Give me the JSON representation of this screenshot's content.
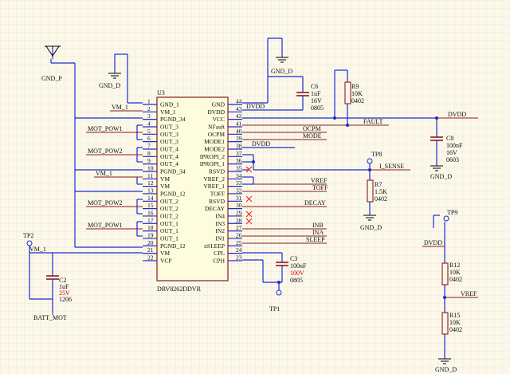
{
  "ic": {
    "ref": "U3",
    "part": "DRV8262DDVR",
    "left_pins": [
      {
        "num": "1",
        "name": "GND_1"
      },
      {
        "num": "2",
        "name": "VM_1"
      },
      {
        "num": "3",
        "name": "PGND_34"
      },
      {
        "num": "4",
        "name": "OUT_3"
      },
      {
        "num": "5",
        "name": "OUT_3"
      },
      {
        "num": "6",
        "name": "OUT_3"
      },
      {
        "num": "7",
        "name": "OUT_4"
      },
      {
        "num": "8",
        "name": "OUT_4"
      },
      {
        "num": "9",
        "name": "OUT_4"
      },
      {
        "num": "10",
        "name": "PGND_34"
      },
      {
        "num": "11",
        "name": "VM"
      },
      {
        "num": "12",
        "name": "VM"
      },
      {
        "num": "13",
        "name": "PGND_12"
      },
      {
        "num": "14",
        "name": "OUT_2"
      },
      {
        "num": "15",
        "name": "OUT_2"
      },
      {
        "num": "16",
        "name": "OUT_2"
      },
      {
        "num": "17",
        "name": "OUT_1"
      },
      {
        "num": "18",
        "name": "OUT_1"
      },
      {
        "num": "19",
        "name": "OUT_1"
      },
      {
        "num": "20",
        "name": "PGND_12"
      },
      {
        "num": "21",
        "name": "VM"
      },
      {
        "num": "22",
        "name": "VCP"
      }
    ],
    "right_pins": [
      {
        "num": "44",
        "name": "GND"
      },
      {
        "num": "43",
        "name": "DVDD"
      },
      {
        "num": "42",
        "name": "VCC"
      },
      {
        "num": "41",
        "name": "NFault"
      },
      {
        "num": "40",
        "name": "OCPM"
      },
      {
        "num": "39",
        "name": "MODE1"
      },
      {
        "num": "38",
        "name": "MODE2"
      },
      {
        "num": "37",
        "name": "IPROPI_2"
      },
      {
        "num": "36",
        "name": "IPROPI_1"
      },
      {
        "num": "35",
        "name": "RSVD"
      },
      {
        "num": "34",
        "name": "VREF_2"
      },
      {
        "num": "33",
        "name": "VREF_1"
      },
      {
        "num": "32",
        "name": "TOFF"
      },
      {
        "num": "31",
        "name": "RSVD"
      },
      {
        "num": "30",
        "name": "DECAY"
      },
      {
        "num": "29",
        "name": "IN4"
      },
      {
        "num": "28",
        "name": "IN3"
      },
      {
        "num": "27",
        "name": "IN2"
      },
      {
        "num": "26",
        "name": "IN1"
      },
      {
        "num": "25",
        "name": "nSLEEP"
      },
      {
        "num": "24",
        "name": "CPL"
      },
      {
        "num": "23",
        "name": "CPH"
      }
    ]
  },
  "nets": {
    "gnd_p": "GND_P",
    "gnd_d_top": "GND_D",
    "gnd_d_u3": "GND_D",
    "vm_1_top": "VM_1",
    "mot_pow1_a": "MOT_POW1",
    "mot_pow2_a": "MOT_POW2",
    "vm_1_mid": "VM_1",
    "mot_pow2_b": "MOT_POW2",
    "mot_pow1_b": "MOT_POW1",
    "vm_1_left": "VM_1",
    "batt_mot": "BATT_MOT",
    "dvdd_pin": "DVDD",
    "fault": "FAULT",
    "dvdd_right": "DVDD",
    "ocpm": "OCPM",
    "mode": "MODE",
    "dvdd_mode2": "DVDD",
    "i_sense": "I_SENSE",
    "vref": "VREF",
    "toff": "TOFF",
    "decay": "DECAY",
    "inb": "INB",
    "ina": "INA",
    "sleep": "SLEEP",
    "gnd_d_r7": "GND_D",
    "gnd_d_c8": "GND_D",
    "dvdd_divider": "DVDD",
    "vref_divider": "VREF",
    "gnd_d_r15": "GND_D"
  },
  "components": {
    "c6": {
      "ref": "C6",
      "value": "1uF",
      "voltage": "16V",
      "package": "0805"
    },
    "r9": {
      "ref": "R9",
      "value": "10K",
      "package": "0402"
    },
    "c8": {
      "ref": "C8",
      "value": "100nF",
      "voltage": "16V",
      "package": "0603"
    },
    "r7": {
      "ref": "R7",
      "value": "1.5K",
      "package": "0402"
    },
    "c3": {
      "ref": "C3",
      "value": "100nF",
      "voltage": "100V",
      "package": "0805"
    },
    "c2": {
      "ref": "C2",
      "value": "1uF",
      "voltage": "25V",
      "package": "1206"
    },
    "r12": {
      "ref": "R12",
      "value": "10K",
      "package": "0402"
    },
    "r15": {
      "ref": "R15",
      "value": "10K",
      "package": "0402"
    }
  },
  "test_points": {
    "tp1": "TP1",
    "tp2": "TP2",
    "tp8": "TP8",
    "tp9": "TP9"
  },
  "colors": {
    "wire": "#1a2ad6",
    "component": "#8b1a1a",
    "highlight_voltage": "#d40000",
    "background": "#fbf8ea",
    "grid": "#e2dccb"
  }
}
